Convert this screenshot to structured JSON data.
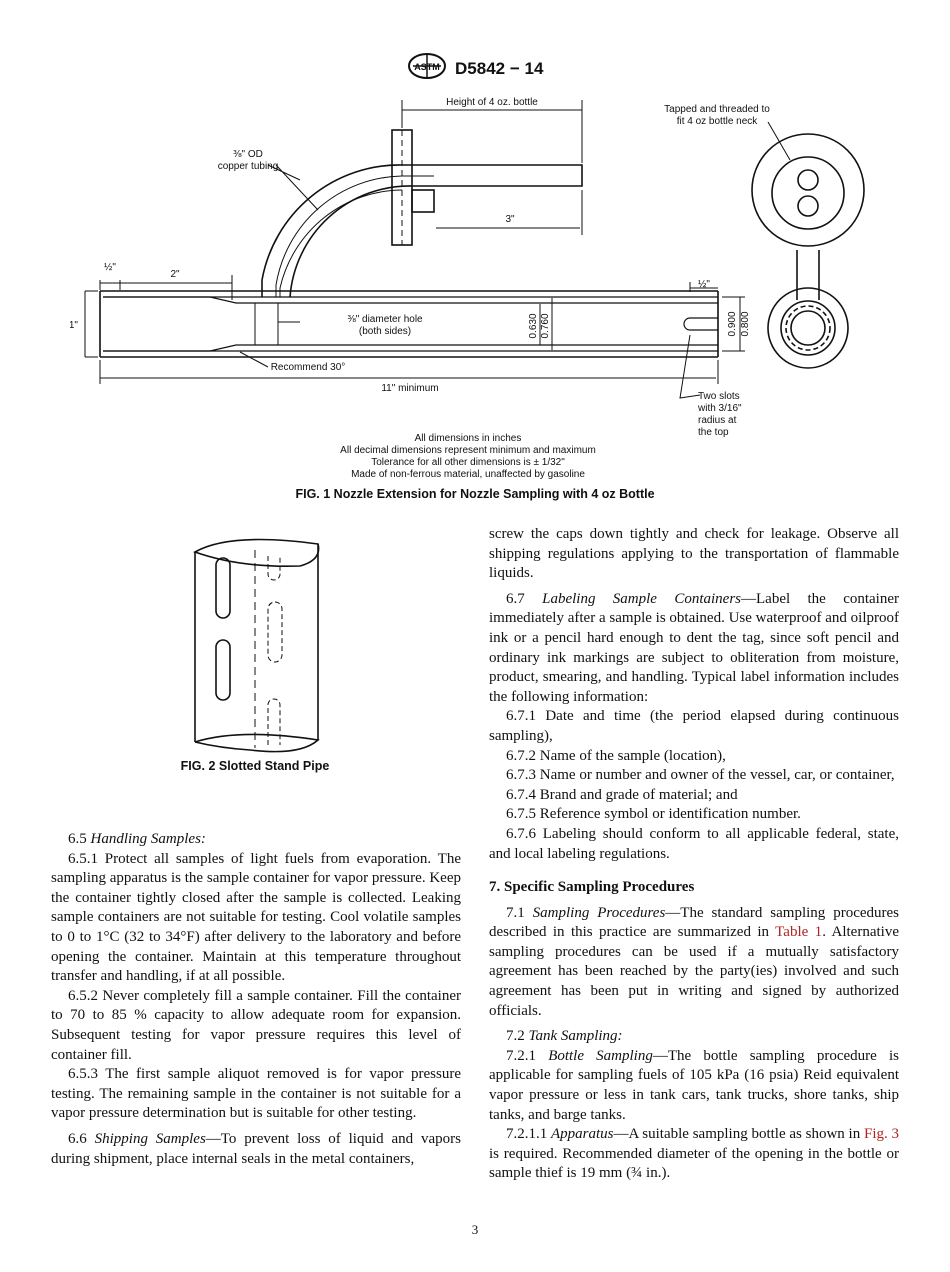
{
  "header": {
    "standard": "D5842 − 14",
    "logo_text": "ASTM"
  },
  "fig1": {
    "labels": {
      "height_bottle": "Height of 4 oz. bottle",
      "tapped": "Tapped and threaded to",
      "tapped2": "fit 4 oz bottle neck",
      "od": "⅜\" OD",
      "copper": "copper tubing",
      "three_in": "3\"",
      "half_left": "½\"",
      "two_in": "2\"",
      "one_in": "1\"",
      "half_right": "½\"",
      "hole": "⅜\" diameter hole",
      "hole2": "(both sides)",
      "d630": "0.630",
      "d760": "0.760",
      "d900": "0.900",
      "d800": "0.800",
      "recommend": "Recommend 30°",
      "eleven": "11\" minimum",
      "slots1": "Two slots",
      "slots2": "with 3/16\"",
      "slots3": "radius at",
      "slots4": "the top"
    },
    "notes": [
      "All dimensions in inches",
      "All decimal dimensions represent minimum and maximum",
      "Tolerance for all other dimensions is ± 1/32\"",
      "Made of non-ferrous material, unaffected by gasoline"
    ],
    "caption": "FIG. 1 Nozzle Extension for Nozzle Sampling with 4 oz Bottle"
  },
  "fig2": {
    "caption": "FIG. 2 Slotted Stand Pipe"
  },
  "left_col": {
    "p1_num": "6.5",
    "p1_title": "Handling Samples:",
    "p2": "6.5.1 Protect all samples of light fuels from evaporation. The sampling apparatus is the sample container for vapor pressure. Keep the container tightly closed after the sample is collected. Leaking sample containers are not suitable for testing. Cool volatile samples to 0 to 1°C (32 to 34°F) after delivery to the laboratory and before opening the container. Maintain at this temperature throughout transfer and handling, if at all possible.",
    "p3": "6.5.2 Never completely fill a sample container. Fill the container to 70 to 85 % capacity to allow adequate room for expansion. Subsequent testing for vapor pressure requires this level of container fill.",
    "p4": "6.5.3 The first sample aliquot removed is for vapor pressure testing. The remaining sample in the container is not suitable for a vapor pressure determination but is suitable for other testing.",
    "p5_num": "6.6",
    "p5_title": "Shipping Samples",
    "p5_text": "—To prevent loss of liquid and vapors during shipment, place internal seals in the metal containers,"
  },
  "right_col": {
    "p1": "screw the caps down tightly and check for leakage. Observe all shipping regulations applying to the transportation of flammable liquids.",
    "p2_num": "6.7",
    "p2_title": "Labeling Sample Containers",
    "p2_text": "—Label the container immediately after a sample is obtained. Use waterproof and oilproof ink or a pencil hard enough to dent the tag, since soft pencil and ordinary ink markings are subject to obliteration from moisture, product, smearing, and handling. Typical label information includes the following information:",
    "items": [
      "6.7.1 Date and time (the period elapsed during continuous sampling),",
      "6.7.2 Name of the sample (location),",
      "6.7.3 Name or number and owner of the vessel, car, or container,",
      "6.7.4 Brand and grade of material; and",
      "6.7.5 Reference symbol or identification number.",
      "6.7.6 Labeling should conform to all applicable federal, state, and local labeling regulations."
    ],
    "section7": "7. Specific Sampling Procedures",
    "p71_num": "7.1",
    "p71_title": "Sampling Procedures",
    "p71_text_a": "—The standard sampling procedures described in this practice are summarized in ",
    "p71_link": "Table 1",
    "p71_text_b": ". Alternative sampling procedures can be used if a mutually satisfactory agreement has been reached by the party(ies) involved and such agreement has been put in writing and signed by authorized officials.",
    "p72_num": "7.2",
    "p72_title": "Tank Sampling:",
    "p721_num": "7.2.1",
    "p721_title": "Bottle Sampling",
    "p721_text": "—The bottle sampling procedure is applicable for sampling fuels of 105 kPa (16 psia) Reid equivalent vapor pressure or less in tank cars, tank trucks, shore tanks, ship tanks, and barge tanks.",
    "p7211_num": "7.2.1.1",
    "p7211_title": "Apparatus",
    "p7211_text_a": "—A suitable sampling bottle as shown in ",
    "p7211_link": "Fig. 3",
    "p7211_text_b": " is required. Recommended diameter of the opening in the bottle or sample thief is 19 mm (¾ in.)."
  },
  "page_number": "3"
}
